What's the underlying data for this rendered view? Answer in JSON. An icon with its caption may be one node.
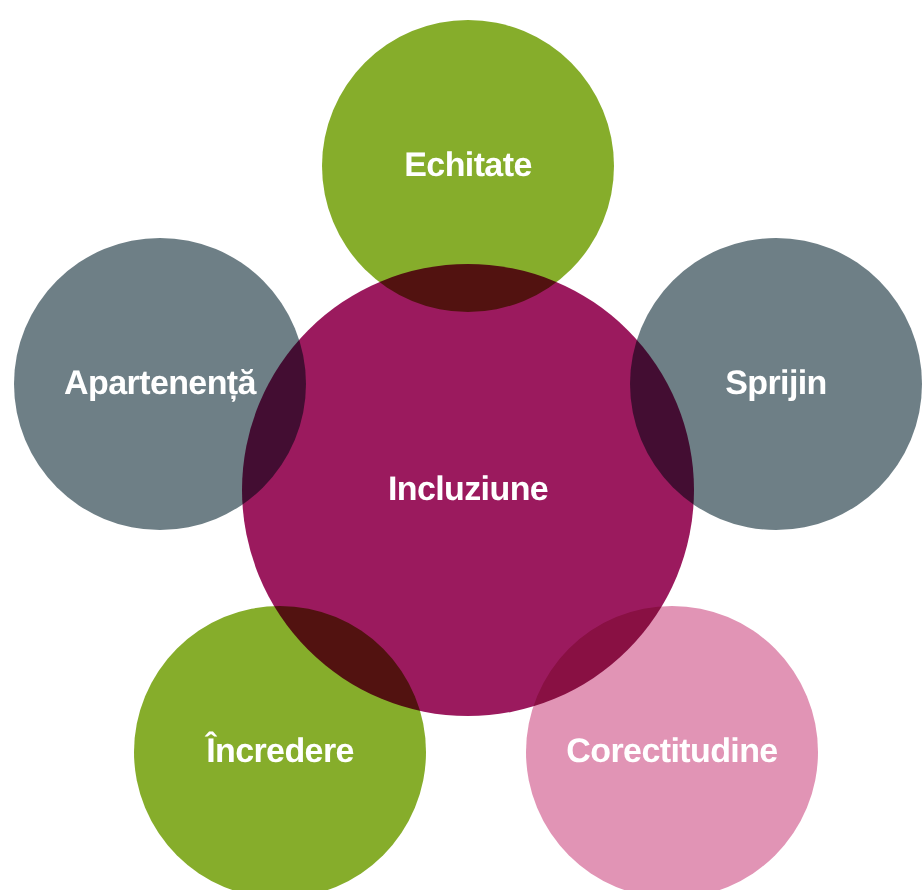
{
  "diagram": {
    "nodes": [
      {
        "text": [
          "Echitate"
        ]
      },
      {
        "text": [
          "Apartenență"
        ]
      },
      {
        "text": [
          "Sprijin"
        ]
      },
      {
        "text": [
          "Incluziune"
        ]
      },
      {
        "text": [
          "Încredere"
        ]
      },
      {
        "text": [
          "Corectitudine"
        ]
      }
    ],
    "edges": []
  }
}
